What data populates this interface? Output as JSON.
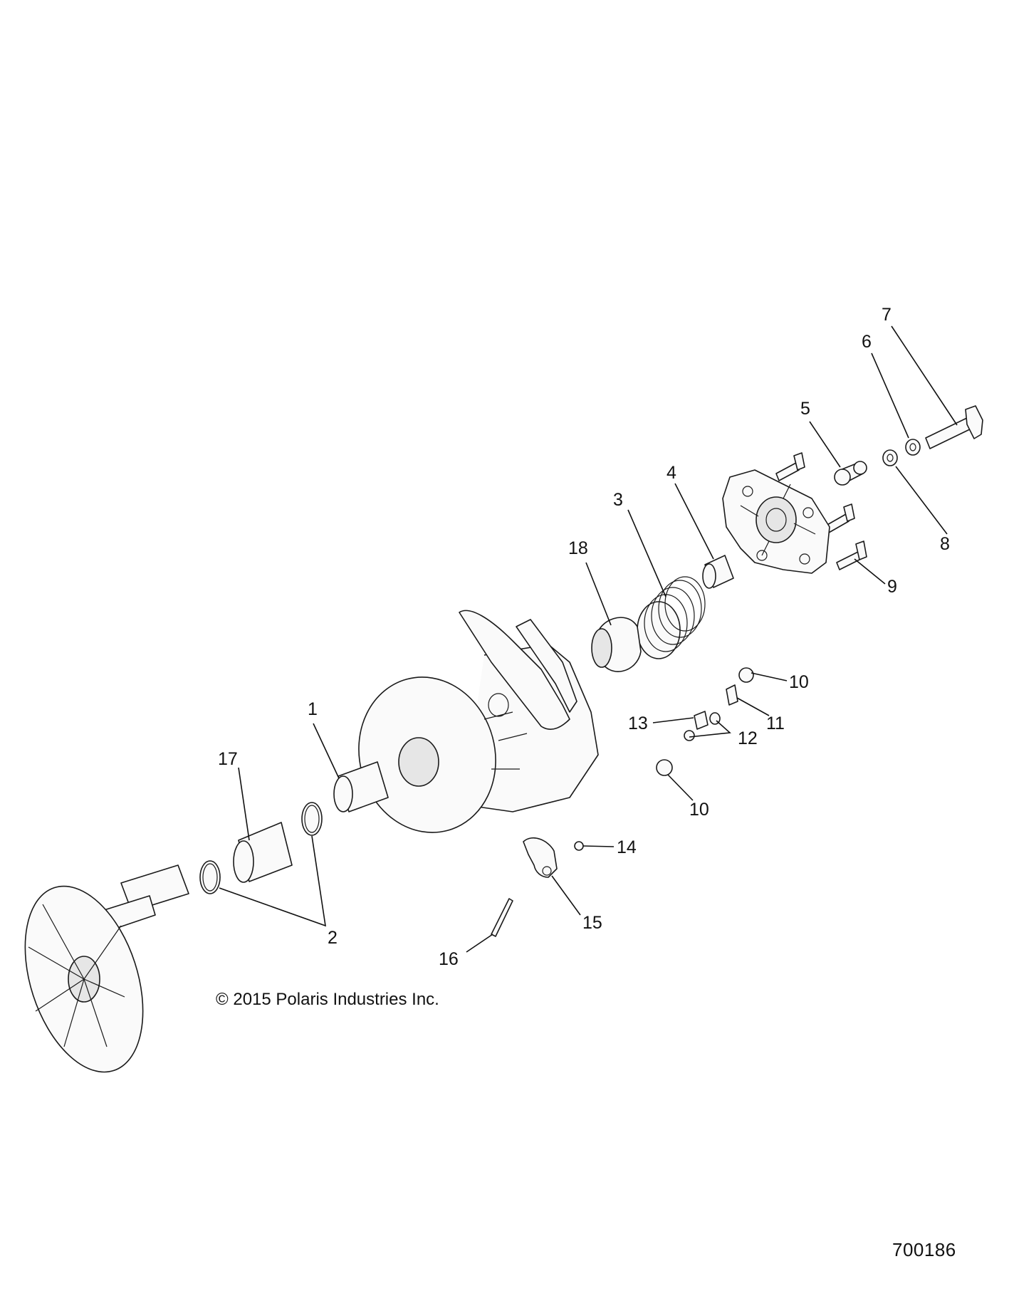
{
  "copyright": "© 2015 Polaris Industries Inc.",
  "figure_number": "700186",
  "callouts": {
    "c1": "1",
    "c2": "2",
    "c3": "3",
    "c4": "4",
    "c5": "5",
    "c6": "6",
    "c7": "7",
    "c8": "8",
    "c9": "9",
    "c10a": "10",
    "c10b": "10",
    "c11": "11",
    "c12": "12",
    "c13": "13",
    "c14": "14",
    "c15": "15",
    "c16": "16",
    "c17": "17",
    "c18": "18"
  }
}
